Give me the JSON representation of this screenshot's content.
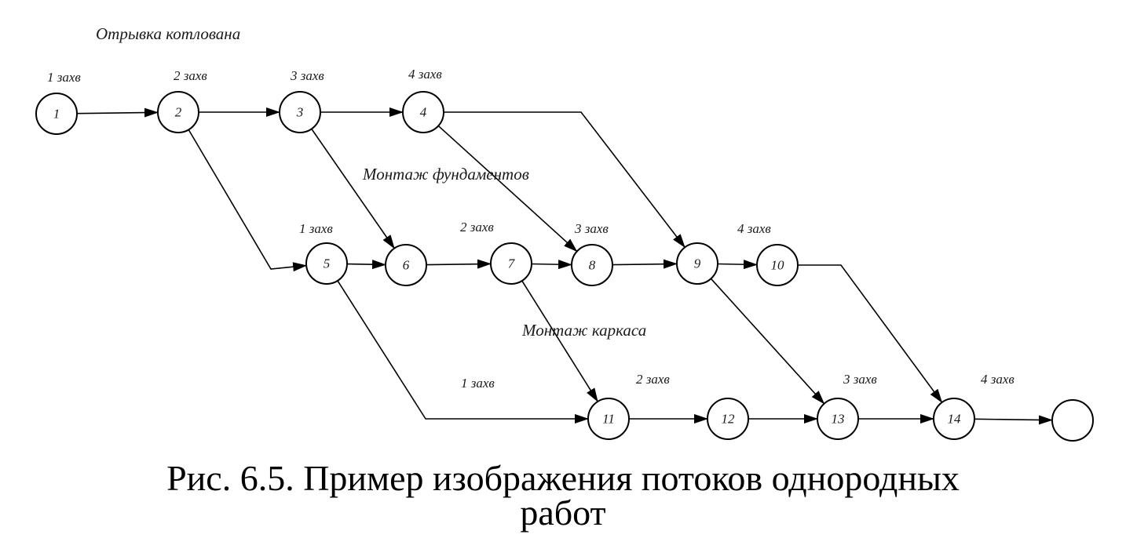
{
  "section_titles": {
    "excavation": "Отрывка котлована",
    "foundations": "Монтаж фундаментов",
    "frame": "Монтаж каркаса"
  },
  "grip_labels": {
    "row1": [
      "1 захв",
      "2 захв",
      "3 захв",
      "4 захв"
    ],
    "row2": [
      "1 захв",
      "2 захв",
      "3 захв",
      "4 захв"
    ],
    "row3": [
      "1 захв",
      "2 захв",
      "3 захв",
      "4 захв"
    ]
  },
  "nodes": [
    "1",
    "2",
    "3",
    "4",
    "5",
    "6",
    "7",
    "8",
    "9",
    "10",
    "11",
    "12",
    "13",
    "14",
    ""
  ],
  "edges": [
    [
      "1",
      "2"
    ],
    [
      "2",
      "3"
    ],
    [
      "3",
      "4"
    ],
    [
      "2",
      "5"
    ],
    [
      "3",
      "6"
    ],
    [
      "4",
      "8"
    ],
    [
      "4",
      "9"
    ],
    [
      "5",
      "6"
    ],
    [
      "6",
      "7"
    ],
    [
      "7",
      "8"
    ],
    [
      "8",
      "9"
    ],
    [
      "9",
      "10"
    ],
    [
      "5",
      "11"
    ],
    [
      "7",
      "11"
    ],
    [
      "9",
      "13"
    ],
    [
      "10",
      "14"
    ],
    [
      "11",
      "12"
    ],
    [
      "12",
      "13"
    ],
    [
      "13",
      "14"
    ],
    [
      "14",
      "15"
    ]
  ],
  "caption": {
    "line1": "Рис. 6.5. Пример изображения потоков однородных",
    "line2": "работ"
  }
}
